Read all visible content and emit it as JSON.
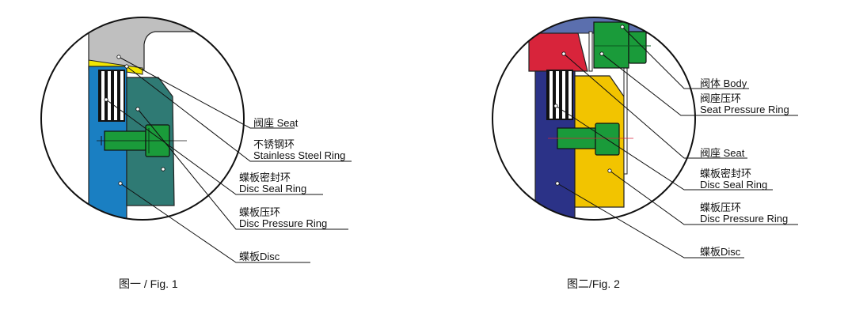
{
  "figures": [
    {
      "caption": "图一 / Fig. 1",
      "labels": [
        {
          "cn": "阀座 Seat",
          "en": ""
        },
        {
          "cn": "不锈钢环",
          "en": "Stainless Steel Ring"
        },
        {
          "cn": "蝶板密封环",
          "en": "Disc Seal Ring"
        },
        {
          "cn": "蝶板压环",
          "en": "Disc Pressure Ring"
        },
        {
          "cn": "蝶板Disc",
          "en": ""
        }
      ]
    },
    {
      "caption": "图二/Fig. 2",
      "labels": [
        {
          "cn": "阀体 Body",
          "en": ""
        },
        {
          "cn": "阀座压环",
          "en": "Seat Pressure Ring"
        },
        {
          "cn": "阀座 Seat",
          "en": ""
        },
        {
          "cn": "蝶板密封环",
          "en": "Disc Seal Ring"
        },
        {
          "cn": "蝶板压环",
          "en": "Disc Pressure Ring"
        },
        {
          "cn": "蝶板Disc",
          "en": ""
        }
      ]
    }
  ],
  "colors": {
    "fig1_seat": "#bfbfbf",
    "fig1_stainless_ring": "#f2e600",
    "fig1_disc": "#1a7fc2",
    "fig1_pressure_ring": "#2f7a74",
    "fig2_body": "#5b6fae",
    "fig2_seat": "#d8243b",
    "fig2_disc": "#2b3287",
    "fig2_pressure_ring": "#f2c400",
    "bolt": "#1a9b3a"
  }
}
